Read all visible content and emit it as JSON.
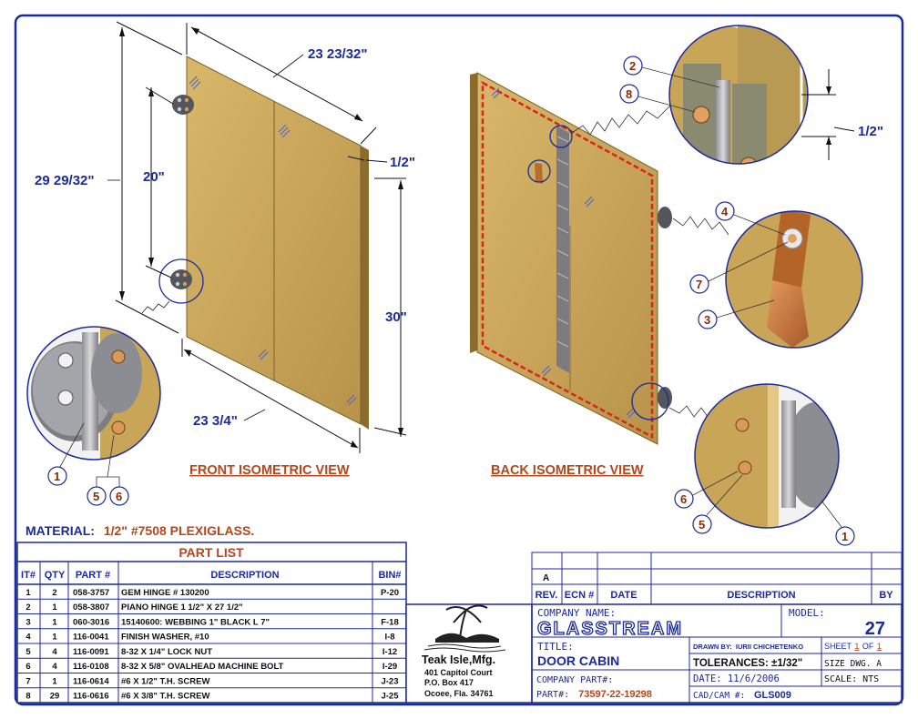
{
  "dimensions": {
    "top_width": "23 23/32\"",
    "height_outer": "29 29/32\"",
    "hinge_spacing": "20\"",
    "thickness_front": "1/2\"",
    "height_right": "30\"",
    "bottom_width": "23 3/4\"",
    "thickness_detail": "1/2\""
  },
  "views": {
    "front": "FRONT ISOMETRIC VIEW",
    "back": "BACK ISOMETRIC VIEW"
  },
  "material": {
    "label": "MATERIAL:",
    "value": "1/2\" #7508 PLEXIGLASS."
  },
  "callouts": {
    "front_detail": [
      "1",
      "5",
      "6"
    ],
    "top_detail": [
      "2",
      "8"
    ],
    "mid_detail": [
      "4",
      "7",
      "3"
    ],
    "bottom_detail": [
      "6",
      "5",
      "1"
    ]
  },
  "part_list": {
    "title": "PART LIST",
    "headers": [
      "IT#",
      "QTY",
      "PART #",
      "DESCRIPTION",
      "BIN#"
    ],
    "rows": [
      [
        "1",
        "2",
        "058-3757",
        "GEM HINGE # 130200",
        "P-20"
      ],
      [
        "2",
        "1",
        "058-3807",
        "PIANO HINGE 1 1/2\" X 27 1/2\"",
        ""
      ],
      [
        "3",
        "1",
        "060-3016",
        "15140600: WEBBING 1\" BLACK L 7\"",
        "F-18"
      ],
      [
        "4",
        "1",
        "116-0041",
        "FINISH WASHER, #10",
        "I-8"
      ],
      [
        "5",
        "4",
        "116-0091",
        "8-32 X 1/4\" LOCK NUT",
        "I-12"
      ],
      [
        "6",
        "4",
        "116-0108",
        "8-32 X 5/8\" OVALHEAD MACHINE BOLT",
        "I-29"
      ],
      [
        "7",
        "1",
        "116-0614",
        "#6 X 1/2\" T.H. SCREW",
        "J-23"
      ],
      [
        "8",
        "29",
        "116-0616",
        "#6 X 3/8\" T.H. SCREW",
        "J-25"
      ]
    ]
  },
  "company": {
    "name": "Teak Isle,Mfg.",
    "address1": "401 Capitol Court",
    "address2": "P.O. Box 417",
    "address3": "Ocoee, Fla. 34761"
  },
  "revision": {
    "rev_value": "A",
    "headers": [
      "REV.",
      "ECN #",
      "DATE",
      "DESCRIPTION",
      "BY"
    ]
  },
  "title_block": {
    "company_name_label": "COMPANY NAME:",
    "company_name": "GLASSTREAM",
    "model_label": "MODEL:",
    "model": "27",
    "title_label": "TITLE:",
    "title": "DOOR CABIN",
    "drawn_by_label": "DRAWN BY:",
    "drawn_by": "IURII CHICHETENKO",
    "sheet_label": "SHEET",
    "sheet_num": "1",
    "sheet_of": "OF",
    "sheet_total": "1",
    "tolerances": "TOLERANCES: ±1/32\"",
    "size_dwg": "SIZE DWG. A",
    "company_part_label": "COMPANY PART#:",
    "part_label": "PART#:",
    "part_num": "73597-22-19298",
    "date": "DATE: 11/6/2006",
    "scale": "SCALE: NTS",
    "cadcam_label": "CAD/CAM #:",
    "cadcam": "GLS009"
  },
  "colors": {
    "border": "#1b2a9c",
    "panel": "#c9a557",
    "panel_dark": "#9c7c34",
    "accent_red": "#d8261a",
    "callout": "#b5461a"
  }
}
